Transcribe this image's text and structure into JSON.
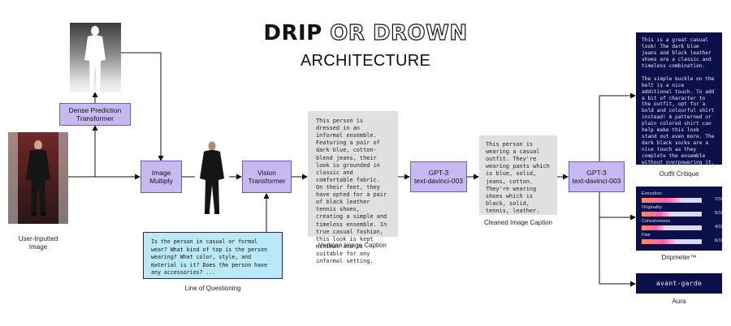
{
  "title": {
    "part1": "DRIP",
    "part2": "OR DROWN",
    "subtitle": "ARCHITECTURE"
  },
  "nodes": {
    "dpt": {
      "line1": "Dense Prediction",
      "line2": "Transformer"
    },
    "image_multiply": {
      "line1": "Image",
      "line2": "Multiply"
    },
    "vision_transformer": {
      "line1": "Vision",
      "line2": "Transformer"
    },
    "gpt3_a": {
      "line1": "GPT-3",
      "line2": "text-davinci-003"
    },
    "gpt3_b": {
      "line1": "GPT-3",
      "line2": "text-davinci-003"
    }
  },
  "captions": {
    "user_image_1": "User-Inputted",
    "user_image_2": "Image",
    "line_of_questioning": "Line of Questioning",
    "verbose": "Verbose Image Caption",
    "cleaned": "Cleaned Image Caption",
    "critique": "Outfit Critique",
    "dripmeter": "Dripmeter™",
    "aura": "Aura"
  },
  "questions": "Is the person in casual or formal wear? What kind of top is the person wearing? What color, style, and material is it? Does the person have any accessories? ...",
  "verbose_caption": "This person is dressed in an informal ensemble. Featuring a pair of dark blue, cotton-blend jeans, their look is grounded in classic and comfortable fabric. On their feet, they have opted for a pair of black leather tennis shoes, creating a simple and timeless ensemble. In true casual fashion, this look is kept minimal and is suitable for any informal setting.",
  "cleaned_caption": "This person is wearing a casual outfit. They're wearing pants which is blue, solid, jeans, cotton. They're wearing shoes which is black, solid, tennis, leather.",
  "critique": {
    "para1": "This is a great casual look! The dark blue jeans and black leather shoes are a classic and timeless combination.",
    "para2": "The simple buckle on the belt is a nice additional touch. To add a bit of character to the outfit, opt for a bold and colourful shirt instead! A patterned or plain colored shirt can help make this look stand out even more. The dark black socks are a nice touch as they complete the ensemble without overpowering it."
  },
  "dripmeter": [
    {
      "label": "Execution",
      "score": 7,
      "value": "7/10"
    },
    {
      "label": "Originality",
      "score": 5,
      "value": "5/10"
    },
    {
      "label": "Cohesiveness",
      "score": 4,
      "value": "4/10"
    },
    {
      "label": "Flair",
      "score": 6,
      "value": "6/10"
    }
  ],
  "aura": "avant-garde",
  "colors": {
    "node_fill": "#c7b9f2",
    "question_fill": "#b9e9f8",
    "card_fill": "#e0e0e0",
    "output_fill": "#0b0f4a"
  }
}
